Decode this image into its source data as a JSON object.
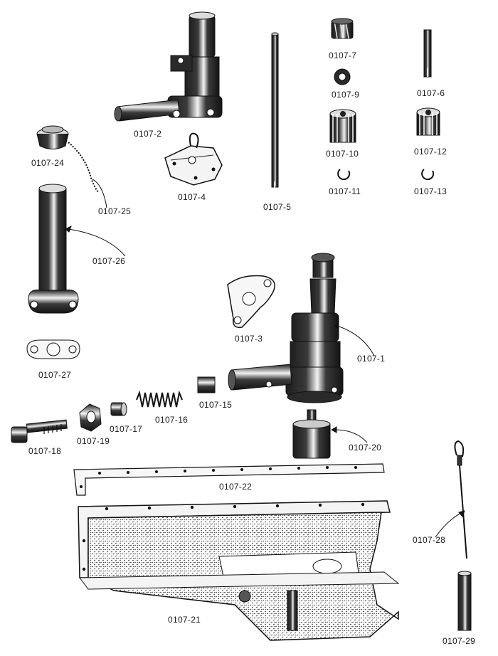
{
  "colors": {
    "ink": "#1a1a1a",
    "metal": "#2b2b2b",
    "highlight": "#ffffff",
    "paper": "#ffffff"
  },
  "labels": {
    "p1": "0107-1",
    "p2": "0107-2",
    "p3": "0107-3",
    "p4": "0107-4",
    "p5": "0107-5",
    "p6": "0107-6",
    "p7": "0107-7",
    "p9": "0107-9",
    "p10": "0107-10",
    "p11": "0107-11",
    "p12": "0107-12",
    "p13": "0107-13",
    "p15": "0107-15",
    "p16": "0107-16",
    "p17": "0107-17",
    "p18": "0107-18",
    "p19": "0107-19",
    "p20": "0107-20",
    "p21": "0107-21",
    "p22": "0107-22",
    "p24": "0107-24",
    "p25": "0107-25",
    "p26": "0107-26",
    "p27": "0107-27",
    "p28": "0107-28",
    "p29": "0107-29"
  }
}
